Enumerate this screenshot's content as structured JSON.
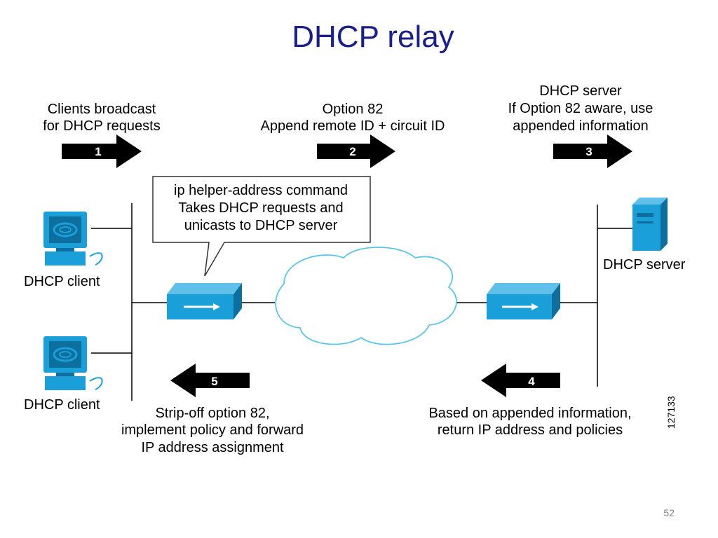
{
  "slide": {
    "title": "DHCP relay",
    "page_number": "52"
  },
  "steps": [
    {
      "number": "1",
      "lines": [
        "Clients broadcast",
        "for DHCP requests"
      ]
    },
    {
      "number": "2",
      "lines": [
        "Option 82",
        "Append remote ID + circuit ID"
      ]
    },
    {
      "number": "3",
      "lines": [
        "DHCP server",
        "If Option 82 aware, use",
        "appended information"
      ]
    },
    {
      "number": "4",
      "lines": [
        "Based on appended information,",
        "return IP address and policies"
      ]
    },
    {
      "number": "5",
      "lines": [
        "Strip-off option 82,",
        "implement policy and forward",
        "IP address assignment"
      ]
    }
  ],
  "callout": {
    "lines": [
      "ip helper-address command",
      "Takes DHCP requests and",
      "unicasts to DHCP server"
    ]
  },
  "nodes": {
    "client_top": "DHCP client",
    "client_bottom": "DHCP client",
    "server": "DHCP server"
  },
  "figure_id": "127133",
  "colors": {
    "title": "#1b1f8c",
    "device_blue": "#1a9fd9",
    "device_dark": "#0d6f9e",
    "arrow": "#000000",
    "cloud_stroke": "#5cc6e8"
  }
}
